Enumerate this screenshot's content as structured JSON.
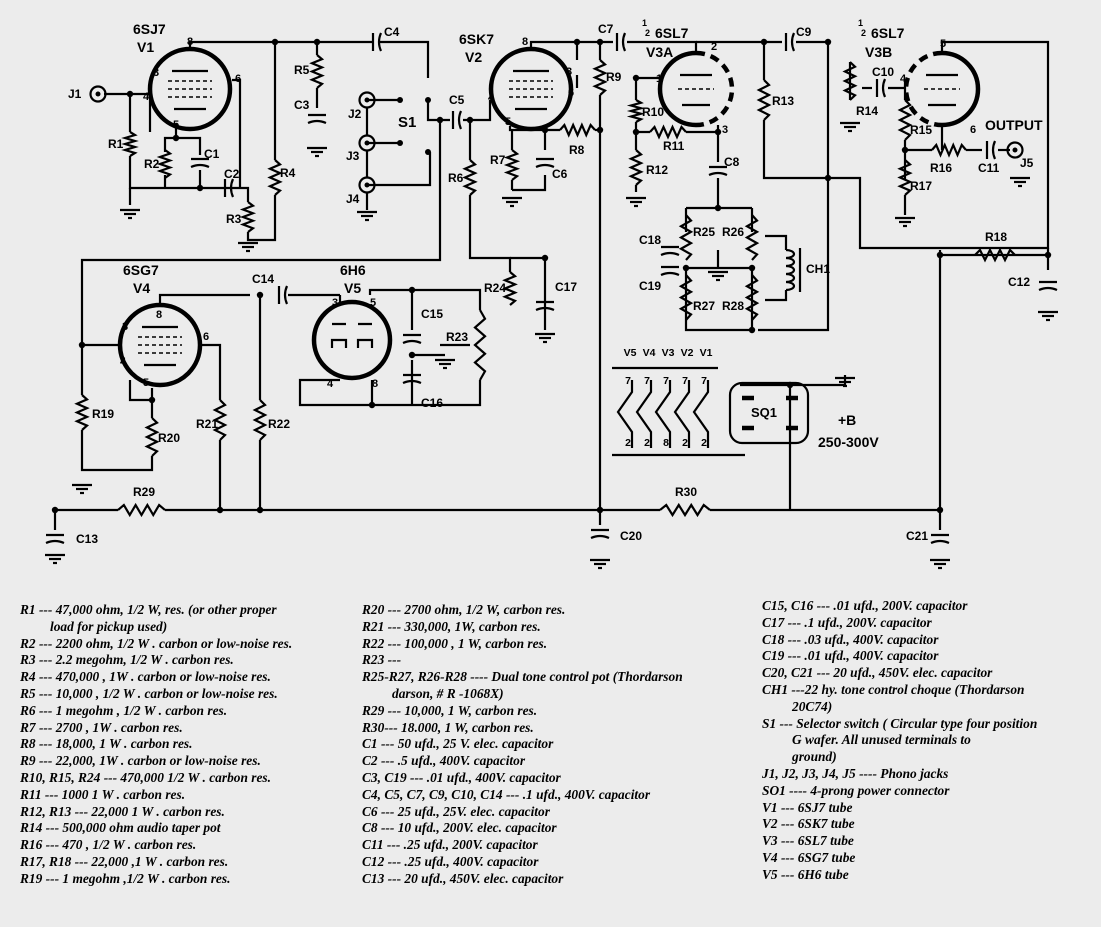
{
  "tubes": {
    "v1": {
      "type": "6SJ7",
      "name": "V1"
    },
    "v2": {
      "type": "6SK7",
      "name": "V2"
    },
    "v3a": {
      "type": "6SL7",
      "name": "V3A"
    },
    "v3b": {
      "type": "6SL7",
      "name": "V3B"
    },
    "v4": {
      "type": "6SG7",
      "name": "V4"
    },
    "v5": {
      "type": "6H6",
      "name": "V5"
    },
    "half_num": "1",
    "half_den": "2"
  },
  "labels": {
    "J1": "J1",
    "J2": "J2",
    "J3": "J3",
    "J4": "J4",
    "J5": "J5",
    "S1": "S1",
    "SQ1": "SQ1",
    "CH1": "CH1",
    "output": "OUTPUT",
    "bplus": "+B",
    "bplus_range": "250-300V",
    "R1": "R1",
    "R2": "R2",
    "R3": "R3",
    "R4": "R4",
    "R5": "R5",
    "R6": "R6",
    "R7": "R7",
    "R8": "R8",
    "R9": "R9",
    "R10": "R10",
    "R11": "R11",
    "R12": "R12",
    "R13": "R13",
    "R14": "R14",
    "R15": "R15",
    "R16": "R16",
    "R17": "R17",
    "R18": "R18",
    "R19": "R19",
    "R20": "R20",
    "R21": "R21",
    "R22": "R22",
    "R23": "R23",
    "R24": "R24",
    "R25": "R25",
    "R26": "R26",
    "R27": "R27",
    "R28": "R28",
    "R29": "R29",
    "R30": "R30",
    "C1": "C1",
    "C2": "C2",
    "C3": "C3",
    "C4": "C4",
    "C5": "C5",
    "C6": "C6",
    "C7": "C7",
    "C8": "C8",
    "C9": "C9",
    "C10": "C10",
    "C11": "C11",
    "C12": "C12",
    "C13": "C13",
    "C14": "C14",
    "C15": "C15",
    "C16": "C16",
    "C17": "C17",
    "C18": "C18",
    "C19": "C19",
    "C20": "C20",
    "C21": "C21"
  },
  "pins": {
    "p1": "1",
    "p2": "2",
    "p3": "3",
    "p4": "4",
    "p5": "5",
    "p6": "6",
    "p7": "7",
    "p8": "8"
  },
  "socket_tubes": [
    "V5",
    "V4",
    "V3",
    "V2",
    "V1"
  ],
  "socket_top_pins": [
    "7",
    "7",
    "7",
    "7",
    "7"
  ],
  "socket_bottom_pins": [
    "2",
    "2",
    "8",
    "2",
    "2"
  ],
  "parts_list": {
    "col1": [
      "R1 --- 47,000  ohm,  1/2 W,   res. (or other proper",
      "  load for pickup used)",
      "R2 --- 2200  ohm,  1/2 W . carbon or low-noise res.",
      "R3 --- 2.2  megohm,  1/2 W . carbon res.",
      "R4 --- 470,000  , 1W . carbon or low-noise res.",
      "R5 --- 10,000 , 1/2 W . carbon or low-noise res.",
      "R6 --- 1  megohm , 1/2 W . carbon res.",
      "R7 --- 2700 ,  1W . carbon res.",
      "R8 --- 18,000,  1 W . carbon res.",
      "R9 --- 22,000,  1W . carbon or low-noise res.",
      "R10, R15, R24 ---  470,000 1/2 W . carbon res.",
      "R11 --- 1000 1 W . carbon res.",
      "R12, R13 --- 22,000 1 W . carbon res.",
      "R14 --- 500,000 ohm audio taper pot",
      "R16 --- 470 , 1/2 W . carbon res.",
      "R17, R18 --- 22,000 ,1 W . carbon res.",
      "R19 --- 1 megohm ,1/2 W . carbon res."
    ],
    "col2": [
      "R20 --- 2700 ohm,  1/2 W,  carbon res.",
      "R21 --- 330,000,  1W,  carbon res.",
      "R22 --- 100,000 ,  1 W,  carbon res.",
      "R23 ---",
      "R25-R27,  R26-R28 ----  Dual tone  control pot (Thordarson",
      "  darson,   # R -1068X)",
      "R29 ---  10,000,   1 W,  carbon res.",
      "R30--- 18.000,   1 W,  carbon res.",
      "C1 --- 50 ufd.,  25 V. elec. capacitor",
      "C2 --- .5 ufd.,  400V. capacitor",
      "C3, C19 --- .01 ufd.,   400V. capacitor",
      "C4, C5,  C7,  C9,  C10,  C14 --- .1 ufd.,  400V. capacitor",
      "C6 --- 25 ufd.,  25V. elec. capacitor",
      "C8 --- 10 ufd.,  200V. elec. capacitor",
      "C11 --- .25 ufd.,    200V. capacitor",
      "C12 --- .25 ufd.,    400V. capacitor",
      "C13 --- 20 ufd.,  450V. elec. capacitor"
    ],
    "col3": [
      "C15, C16 --- .01 ufd.,   200V. capacitor",
      "C17 --- .1 ufd.,   200V. capacitor",
      "C18 --- .03 ufd.,    400V. capacitor",
      "C19 --- .01 ufd.,    400V. capacitor",
      "C20, C21 --- 20 ufd., 450V. elec. capacitor",
      "CH1 ---22 hy.  tone control choque (Thordarson",
      "  20C74)",
      "S1 --- Selector switch ( Circular type four position",
      "  G  wafer.    All  unused terminals  to",
      "  ground)",
      " J1,  J2,  J3,  J4,  J5 ---- Phono jacks",
      " SO1  ---- 4-prong power connector",
      " V1 ---  6SJ7  tube",
      " V2 ---  6SK7  tube",
      " V3 ---  6SL7  tube",
      " V4 ---  6SG7  tube",
      " V5 ---  6H6  tube"
    ]
  }
}
